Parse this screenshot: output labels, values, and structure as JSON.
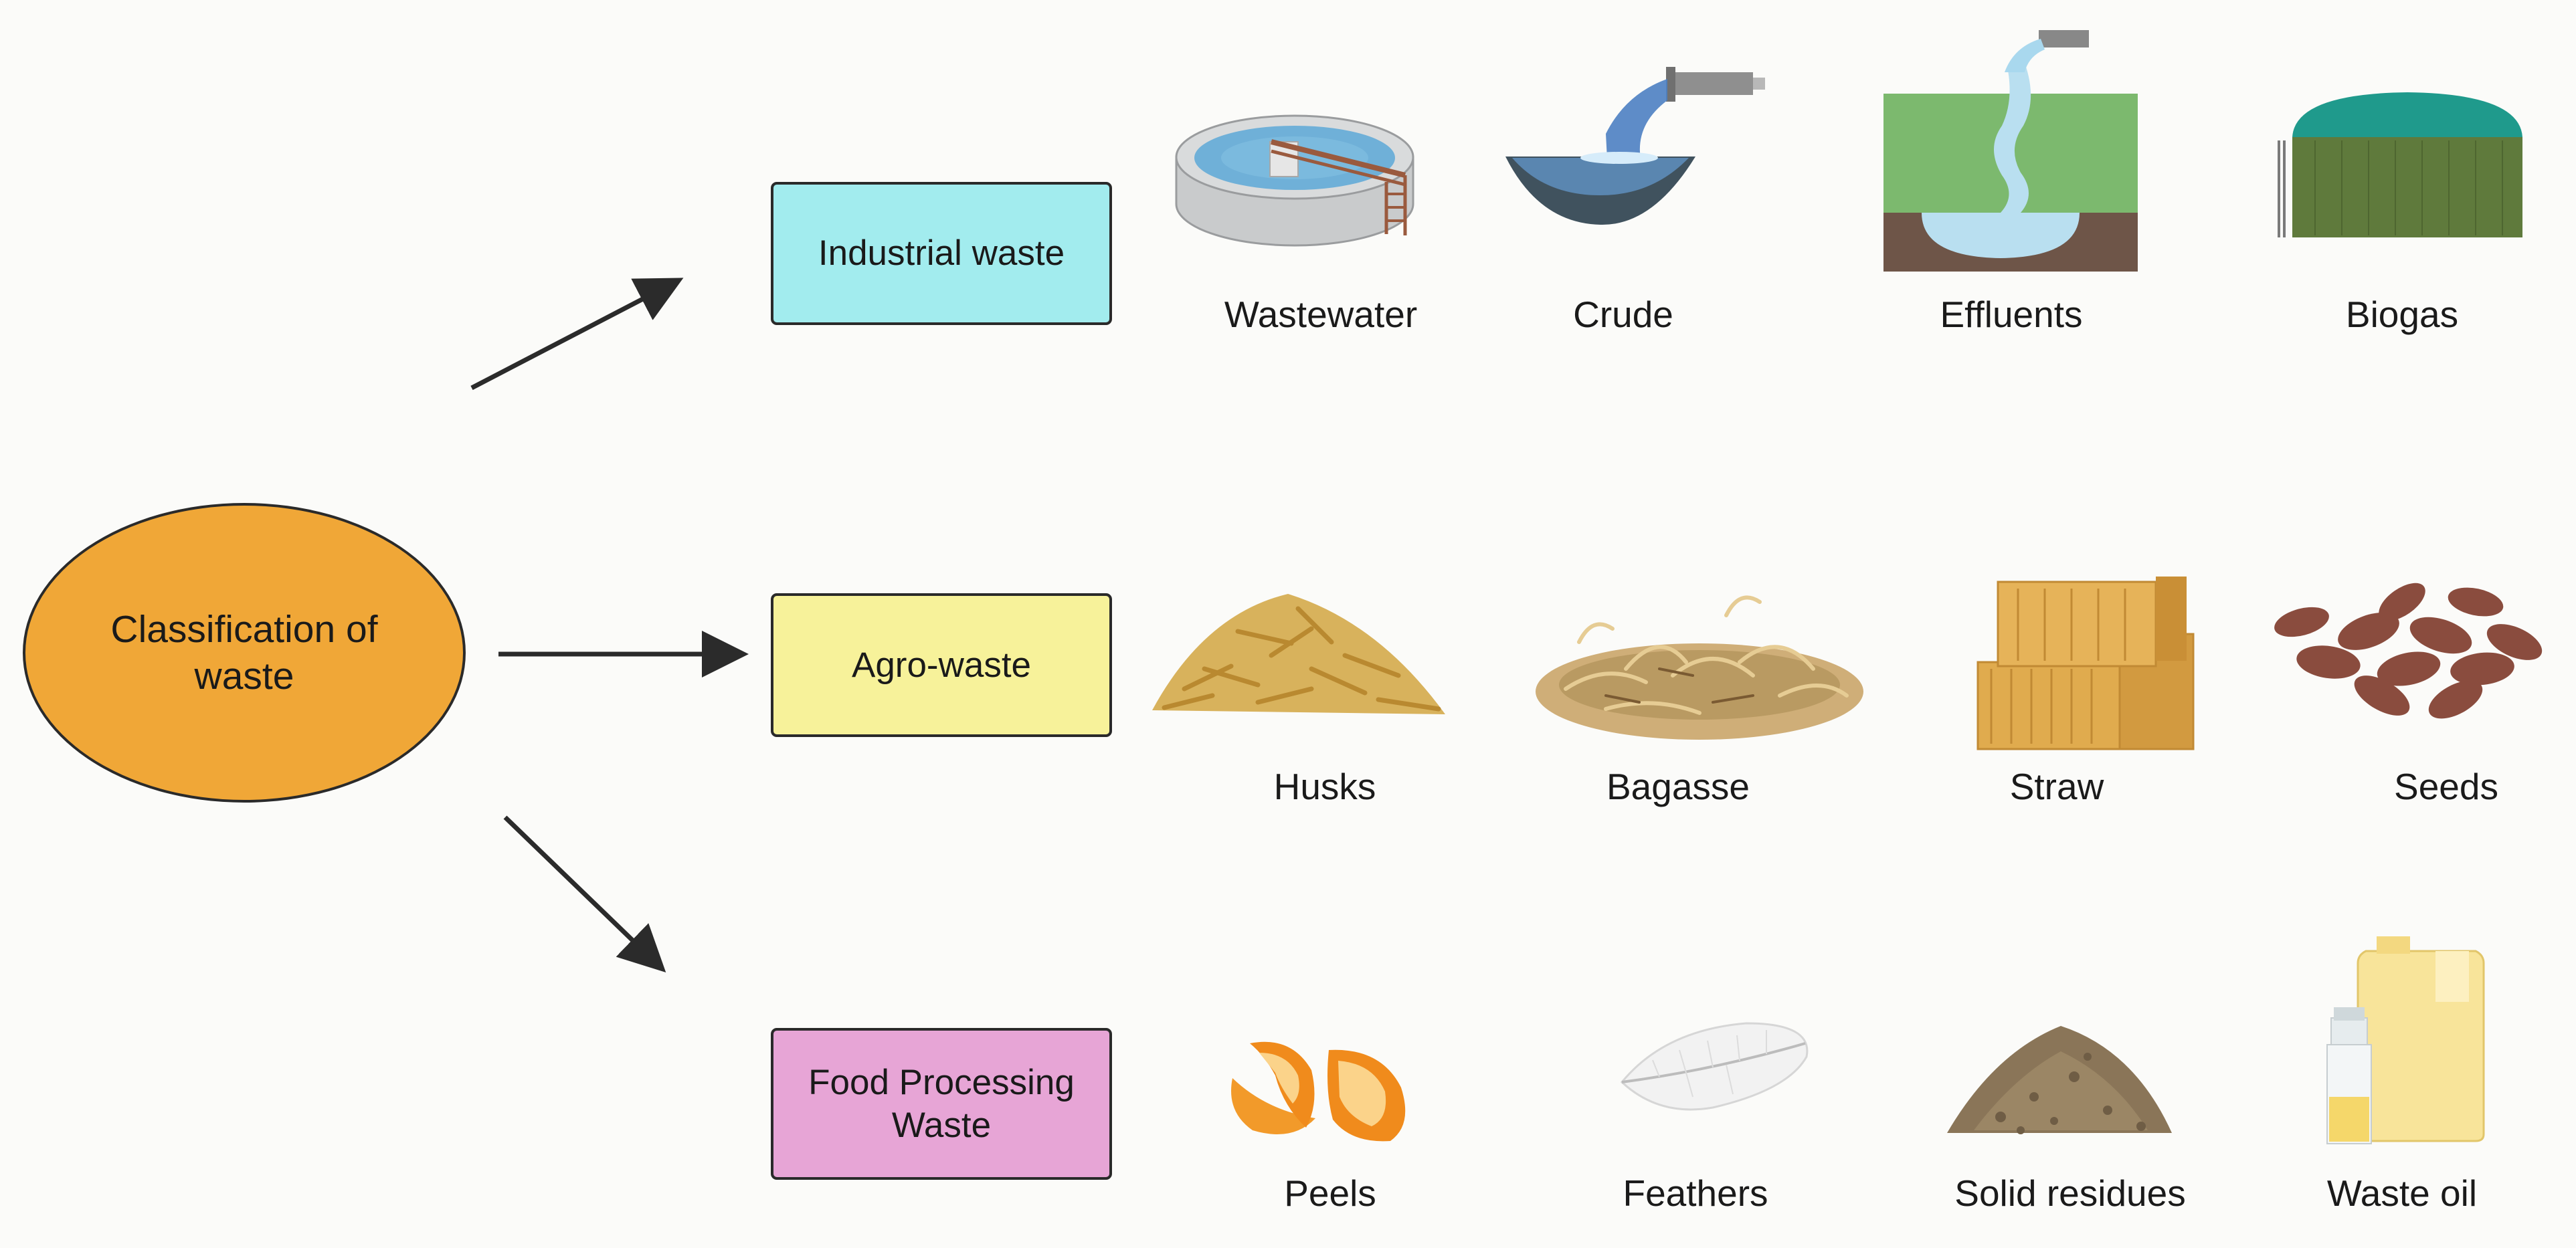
{
  "central": {
    "label": "Classification of waste"
  },
  "categories": [
    {
      "label": "Industrial waste",
      "color": "#a2ecee",
      "items": [
        {
          "label": "Wastewater",
          "icon": "wastewater-treatment-tank-icon"
        },
        {
          "label": "Crude",
          "icon": "crude-pipe-basin-icon"
        },
        {
          "label": "Effluents",
          "icon": "effluent-stream-icon"
        },
        {
          "label": "Biogas",
          "icon": "biogas-digester-icon"
        }
      ]
    },
    {
      "label": "Agro-waste",
      "color": "#f7f29a",
      "items": [
        {
          "label": "Husks",
          "icon": "husks-pile-icon"
        },
        {
          "label": "Bagasse",
          "icon": "bagasse-pile-icon"
        },
        {
          "label": "Straw",
          "icon": "straw-bales-icon"
        },
        {
          "label": "Seeds",
          "icon": "seeds-pile-icon"
        }
      ]
    },
    {
      "label": "Food Processing Waste",
      "color": "#e7a5d6",
      "items": [
        {
          "label": "Peels",
          "icon": "orange-peels-icon"
        },
        {
          "label": "Feathers",
          "icon": "feather-icon"
        },
        {
          "label": "Solid residues",
          "icon": "solid-residue-pile-icon"
        },
        {
          "label": "Waste oil",
          "icon": "waste-oil-jug-icon"
        }
      ]
    }
  ]
}
